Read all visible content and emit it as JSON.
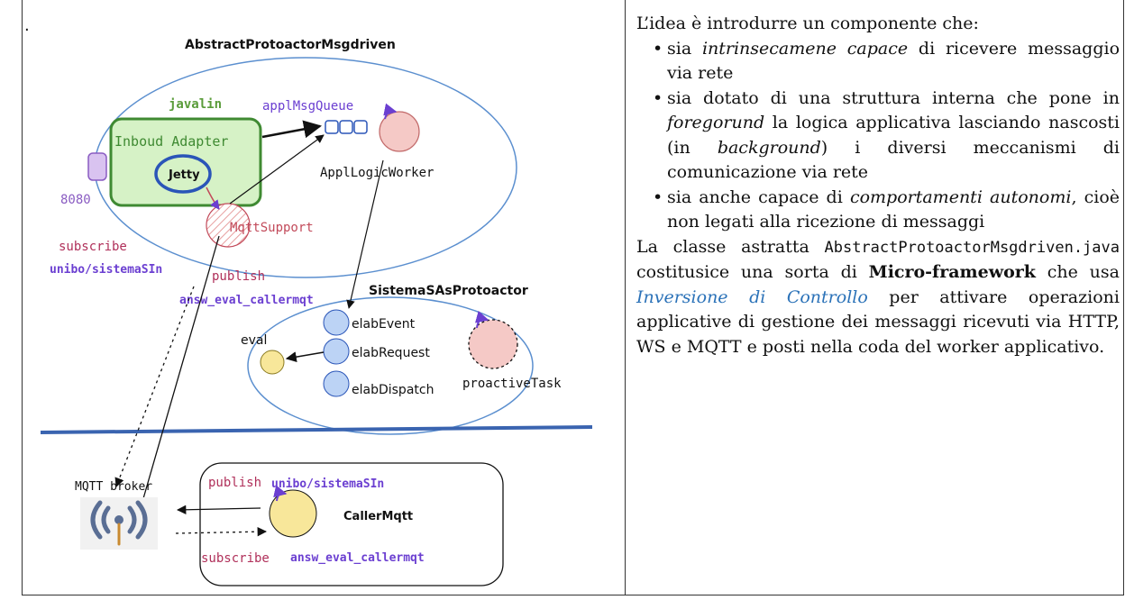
{
  "diagram": {
    "dot": ".",
    "title_main": "AbstractProtoactorMsgdriven",
    "javalin": "javalin",
    "inbound_adapter": "Inboud Adapter",
    "jetty": "Jetty",
    "port": "8080",
    "appl_msg_queue": "applMsgQueue",
    "appl_logic_worker": "ApplLogicWorker",
    "mqtt_support": "MqttSupport",
    "subscribe_1": "subscribe",
    "topic_in_1": "unibo/sistemaSIn",
    "publish_1": "publish",
    "topic_answ_1": "answ_eval_callermqt",
    "sistema_title": "SistemaSAsProtoactor",
    "elab_event": "elabEvent",
    "elab_request": "elabRequest",
    "elab_dispatch": "elabDispatch",
    "eval": "eval",
    "proactive_task": "proactiveTask",
    "mqtt_broker": "MQTT broker",
    "publish_2": "publish",
    "topic_in_2": "unibo/sistemaSIn",
    "caller_mqtt": "CallerMqtt",
    "subscribe_2": "subscribe",
    "topic_answ_2": "answ_eval_callermqt"
  },
  "text": {
    "intro": "L’idea è introdurre un componente che:",
    "b1_pre": "sia ",
    "b1_em": "intrinsecamene capace",
    "b1_post": " di ricevere messaggio via rete",
    "b2_pre": "sia dotato di una struttura interna che pone in ",
    "b2_em1": "foregorund",
    "b2_mid": " la logica applicativa lasciando nascosti (in ",
    "b2_em2": "background",
    "b2_post": ") i diversi meccanismi di comunicazione via rete",
    "b3_pre": "sia anche capace di ",
    "b3_em": "comportamenti autonomi",
    "b3_post": ", cioè non legati alla ricezione di messaggi",
    "p_pre": "La classe astratta ",
    "p_code": "AbstractProtoactorMsgdriven.java",
    "p_mid1": " costitusice una sorta di ",
    "p_bold": "Micro-framework",
    "p_mid2": " che usa ",
    "p_link": "Inversione di Controllo",
    "p_post": " per attivare operazioni applicative di gestione dei messaggi ricevuti via HTTP, WS e MQTT e posti nella coda del worker applicativo."
  }
}
